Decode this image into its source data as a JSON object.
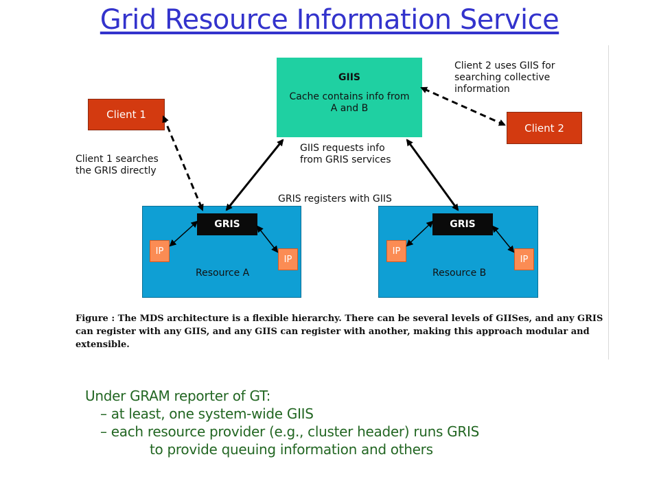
{
  "title": "Grid Resource Information Service",
  "diagram": {
    "giis": {
      "heading": "GIIS",
      "body_line1": "Cache contains info from",
      "body_line2": "A and B"
    },
    "client1": "Client 1",
    "client2": "Client 2",
    "note_client2": [
      "Client 2 uses GIIS for",
      "searching collective",
      "information"
    ],
    "note_client1": [
      "Client 1 searches",
      "the GRIS directly"
    ],
    "note_requests": [
      "GIIS requests info",
      "from GRIS services"
    ],
    "note_registers": "GRIS registers with GIIS",
    "resource_a": {
      "gris": "GRIS",
      "ip_left": "IP",
      "ip_right": "IP",
      "label": "Resource A"
    },
    "resource_b": {
      "gris": "GRIS",
      "ip_left": "IP",
      "ip_right": "IP",
      "label": "Resource B"
    },
    "caption": "Figure : The MDS architecture is a flexible hierarchy. There can be several levels of GIISes, and any GRIS can register with any GIIS, and any GIIS can register with another, making this approach modular and extensible."
  },
  "bullets": {
    "intro": "Under GRAM reporter of GT:",
    "item1": "– at least, one system-wide GIIS",
    "item2": "– each resource provider (e.g., cluster header) runs GRIS",
    "item2_cont": "to provide queuing information and others"
  },
  "colors": {
    "title": "#3333cc",
    "giis": "#1fd0a2",
    "client": "#d33a10",
    "resource": "#0f9fd4",
    "gris": "#0a0a0a",
    "ip": "#fb8c54",
    "bullets": "#226622"
  }
}
